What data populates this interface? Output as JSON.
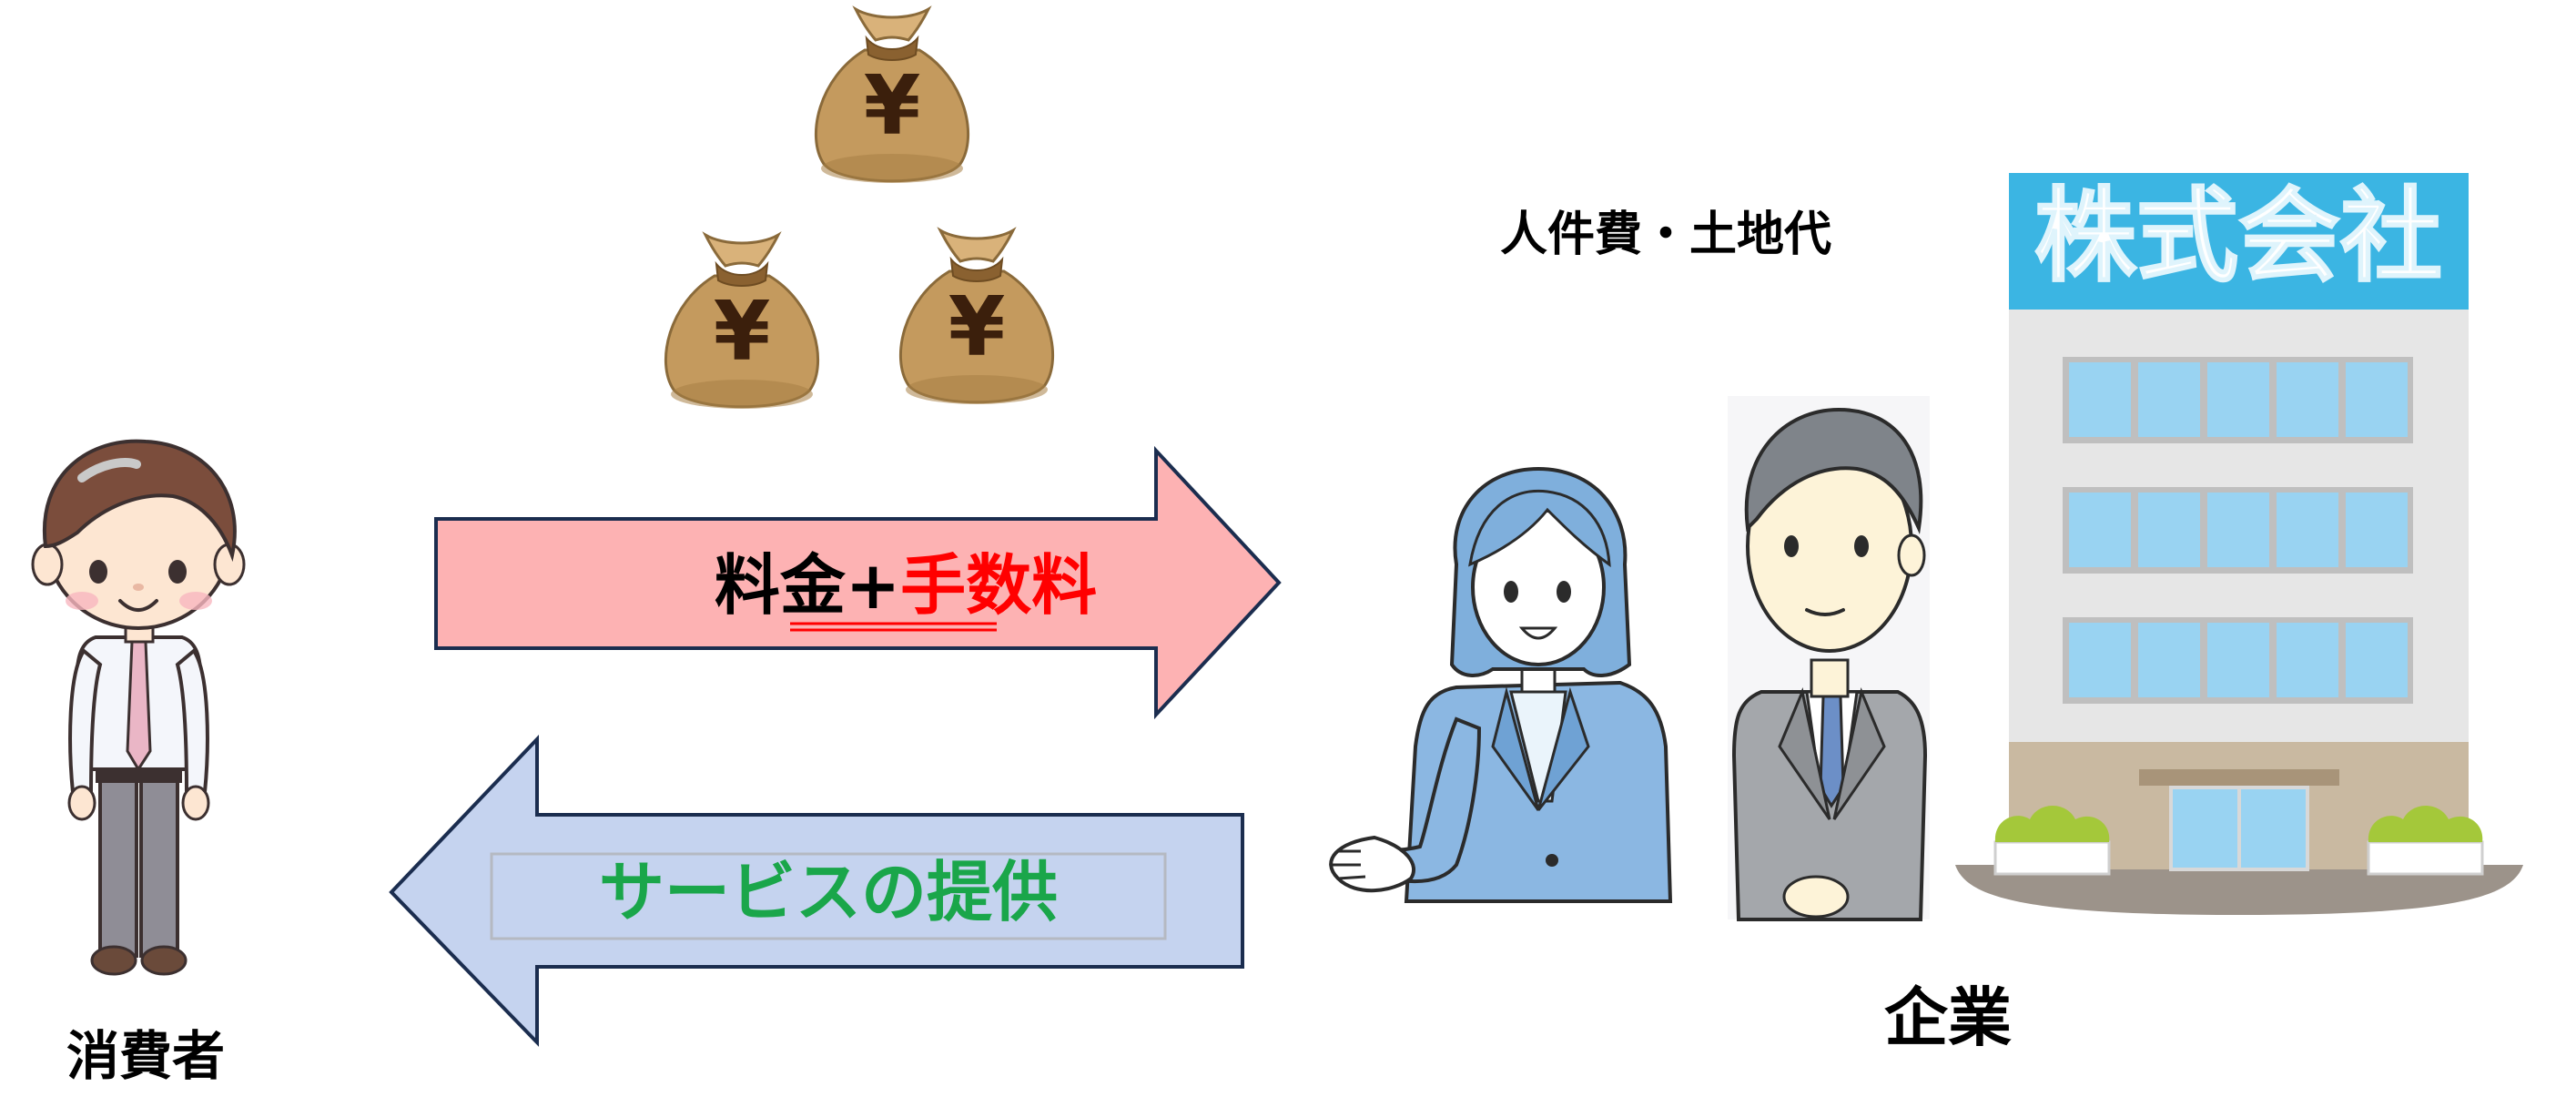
{
  "consumer": {
    "label": "消費者"
  },
  "company": {
    "label": "企業",
    "sign": "株式会社",
    "costs": "人件費・土地代"
  },
  "payment_arrow": {
    "text_main": "料金+",
    "text_highlight": "手数料",
    "fill": "#fdb2b3",
    "highlight_color": "#ff0000"
  },
  "service_arrow": {
    "text": "サービスの提供",
    "fill": "#c5d3ef",
    "text_color": "#1aa64a"
  },
  "money_bag": {
    "symbol": "¥"
  }
}
